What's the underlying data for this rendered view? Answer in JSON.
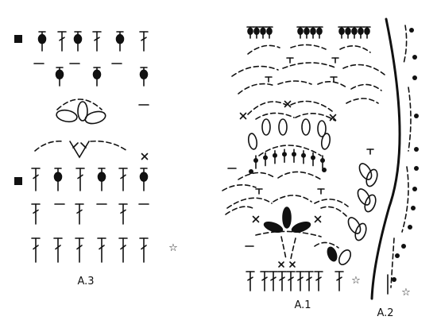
{
  "labels": {
    "a3": "A.3",
    "a1": "A.1",
    "a2": "A.2"
  },
  "marks": {
    "star": "☆",
    "cross": "×"
  },
  "colors": {
    "ink": "#111111",
    "background": "#ffffff"
  }
}
